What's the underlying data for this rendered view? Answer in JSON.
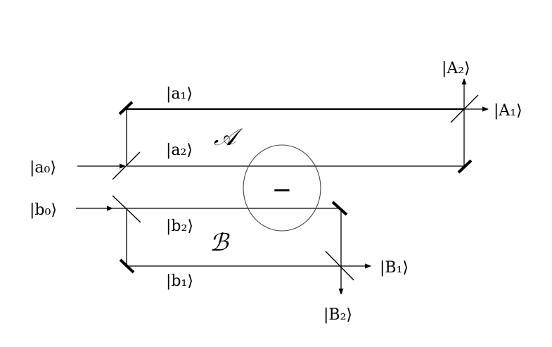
{
  "interferometer_A": {
    "label": "𝒜",
    "input": "|a₀⟩",
    "upper_arm": "|a₁⟩",
    "lower_arm": "|a₂⟩",
    "output_1": "|A₁⟩",
    "output_2": "|A₂⟩"
  },
  "interferometer_B": {
    "label": "ℬ",
    "input": "|b₀⟩",
    "upper_arm": "|b₂⟩",
    "lower_arm": "|b₁⟩",
    "output_1": "|B₁⟩",
    "output_2": "|B₂⟩"
  },
  "overlap_region": {
    "symbol": "−"
  }
}
